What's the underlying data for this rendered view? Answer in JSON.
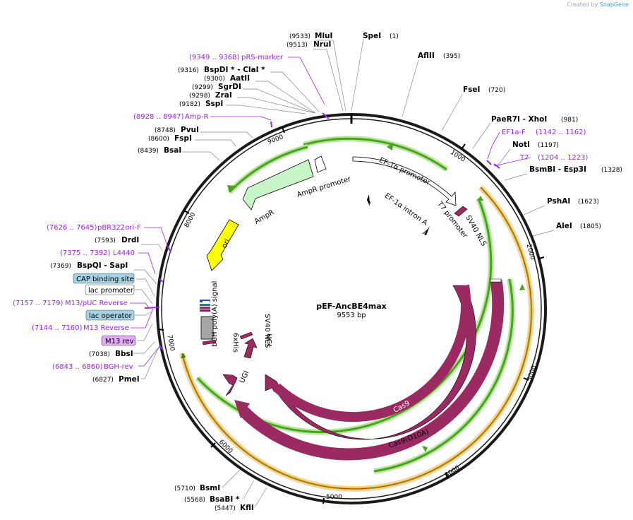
{
  "credit": {
    "prefix": "Created by",
    "brand": "SnapGene"
  },
  "plasmid": {
    "name": "pEF-AncBE4max",
    "length": "9553 bp"
  },
  "ticks": [
    "1000",
    "2000",
    "3000",
    "4000",
    "5000",
    "6000",
    "7000",
    "8000",
    "9000"
  ],
  "enzymes": [
    {
      "pos": "(9533)",
      "name": "MluI"
    },
    {
      "pos": "(1)",
      "name": "SpeI"
    },
    {
      "pos": "(9513)",
      "name": "NruI"
    },
    {
      "pos": "(395)",
      "name": "AflII"
    },
    {
      "pos": "(9316)",
      "name": "BspDI * - ClaI *"
    },
    {
      "pos": "(9300)",
      "name": "AatII"
    },
    {
      "pos": "(9299)",
      "name": "SgrDI"
    },
    {
      "pos": "(9298)",
      "name": "ZraI"
    },
    {
      "pos": "(9182)",
      "name": "SspI"
    },
    {
      "pos": "(720)",
      "name": "FseI"
    },
    {
      "pos": "(981)",
      "name": "PaeR7I - XhoI"
    },
    {
      "pos": "(8748)",
      "name": "PvuI"
    },
    {
      "pos": "(8600)",
      "name": "FspI"
    },
    {
      "pos": "(1197)",
      "name": "NotI"
    },
    {
      "pos": "(8439)",
      "name": "BsaI"
    },
    {
      "pos": "(1328)",
      "name": "BsmBI - Esp3I"
    },
    {
      "pos": "(1623)",
      "name": "PshAI"
    },
    {
      "pos": "(1805)",
      "name": "AleI"
    },
    {
      "pos": "(7593)",
      "name": "DrdI"
    },
    {
      "pos": "(7369)",
      "name": "BspQI - SapI"
    },
    {
      "pos": "(7038)",
      "name": "BbsI"
    },
    {
      "pos": "(6827)",
      "name": "PmeI"
    },
    {
      "pos": "(5710)",
      "name": "BsmI"
    },
    {
      "pos": "(5568)",
      "name": "BsaBI *"
    },
    {
      "pos": "(5447)",
      "name": "KflI"
    }
  ],
  "primers": [
    {
      "range": "(9349 .. 9368)",
      "name": "pRS-marker"
    },
    {
      "range": "(8928 .. 8947)",
      "name": "Amp-R"
    },
    {
      "range": "(1142 .. 1162)",
      "name": "EF1a-F"
    },
    {
      "range": "(1204 .. 1223)",
      "name": "T7"
    },
    {
      "range": "(7626 .. 7645)",
      "name": "pBR322ori-F"
    },
    {
      "range": "(7375 .. 7392)",
      "name": "L4440"
    },
    {
      "range": "(7157 .. 7179)",
      "name": "M13/pUC Reverse"
    },
    {
      "range": "(7144 .. 7160)",
      "name": "M13 Reverse"
    },
    {
      "range": "(6843 .. 6860)",
      "name": "BGH-rev"
    }
  ],
  "boxed_features": [
    "CAP binding site",
    "lac promoter",
    "lac operator",
    "M13 rev"
  ],
  "features": [
    "EF-1α promoter",
    "EF-1α intron A",
    "T7 promoter",
    "SV40 NLS",
    "AmpR promoter",
    "AmpR",
    "ori",
    "bGH poly(A) signal",
    "6xHis",
    "SV40 NLS",
    "UGI",
    "UGI",
    "Cas9",
    "Cas9(D10A)"
  ],
  "colors": {
    "backbone": "#1a1a1a",
    "cds": "#9b2a63",
    "ampr": "#c8f5c8",
    "ori": "#ffff00",
    "promoter": "#ffffff",
    "polya": "#a6a6a6",
    "orf_outer": "#f5a623",
    "orf_inner": "#4aa31a",
    "primer": "#a020f0",
    "cap_box": "#a5d1e3",
    "m13_box": "#e2a8f5"
  }
}
